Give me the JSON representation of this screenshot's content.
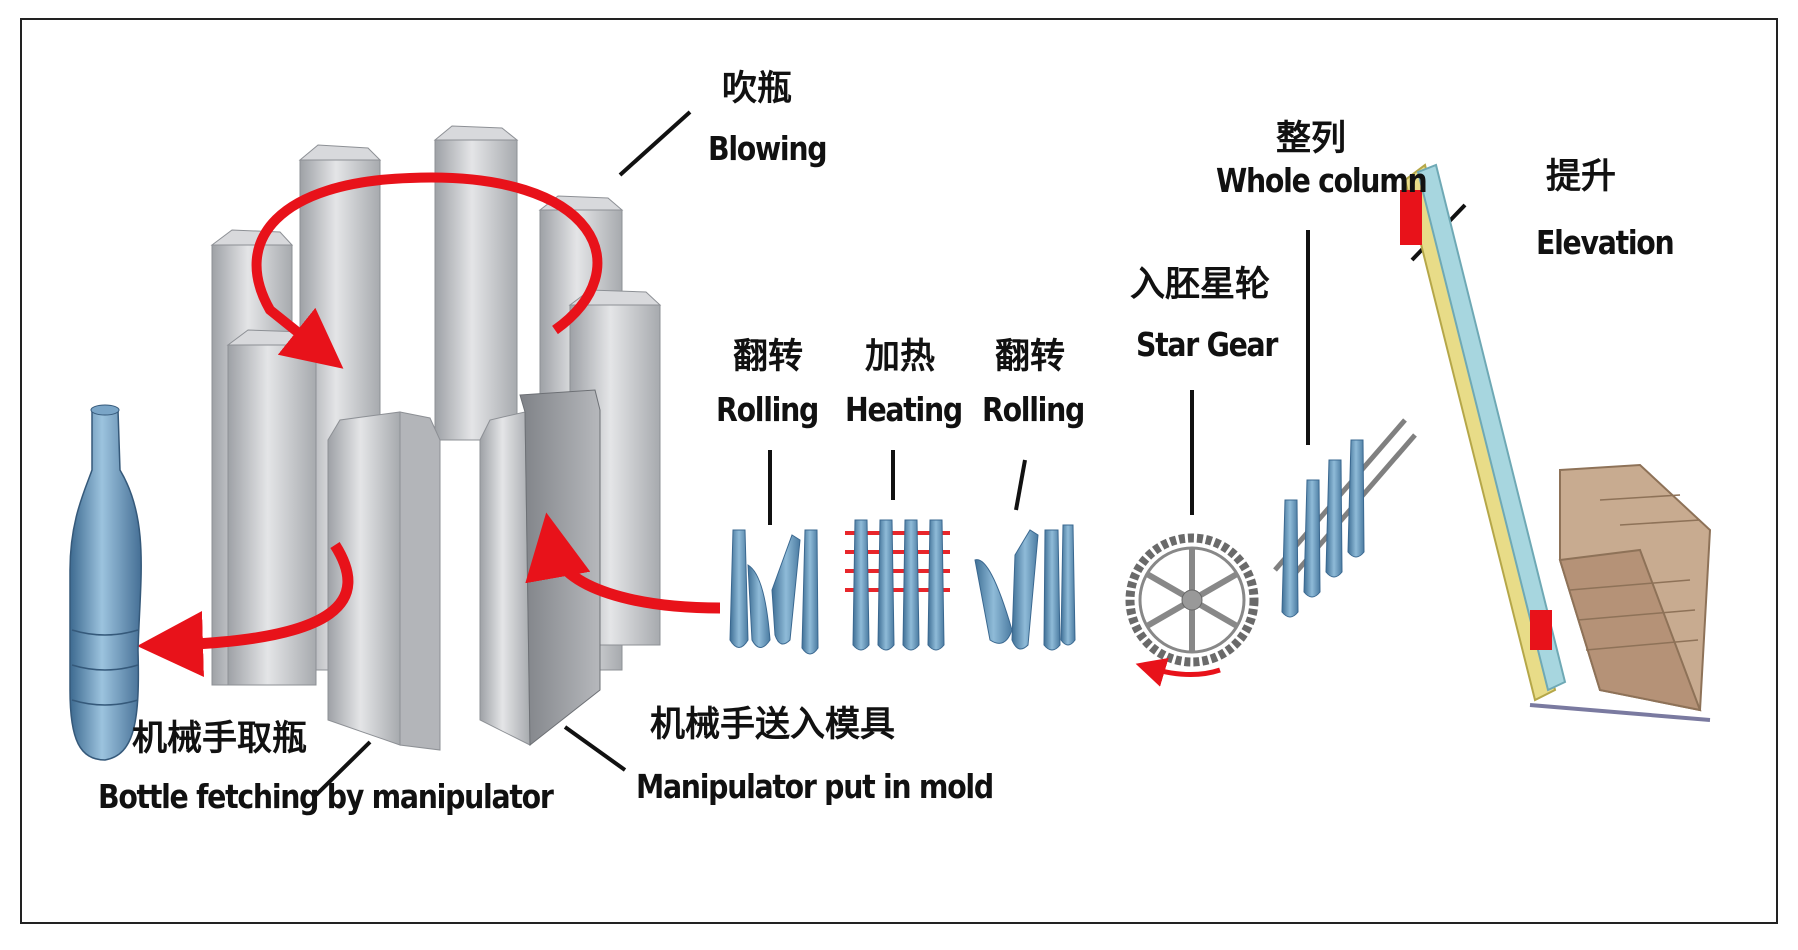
{
  "labels": {
    "blowing": {
      "cn": "吹瓶",
      "en": "Blowing"
    },
    "rolling1": {
      "cn": "翻转",
      "en": "Rolling"
    },
    "heating": {
      "cn": "加热",
      "en": "Heating"
    },
    "rolling2": {
      "cn": "翻转",
      "en": "Rolling"
    },
    "star_gear": {
      "cn": "入胚星轮",
      "en": "Star Gear"
    },
    "whole_column": {
      "cn": "整列",
      "en": "Whole column"
    },
    "elevation": {
      "cn": "提升",
      "en": "Elevation"
    },
    "bottle_fetching": {
      "cn": "机械手取瓶",
      "en": "Bottle fetching by manipulator"
    },
    "manipulator_put": {
      "cn": "机械手送入模具",
      "en": "Manipulator put in mold"
    }
  },
  "colors": {
    "arrow": "#e8121a",
    "mold_gray": "#c9cbce",
    "preform_blue": "#6a9ec0",
    "bottle_blue": "#5f8fb5",
    "hopper_tan": "#c8ab90",
    "conveyor_rail": "#e7d774"
  }
}
